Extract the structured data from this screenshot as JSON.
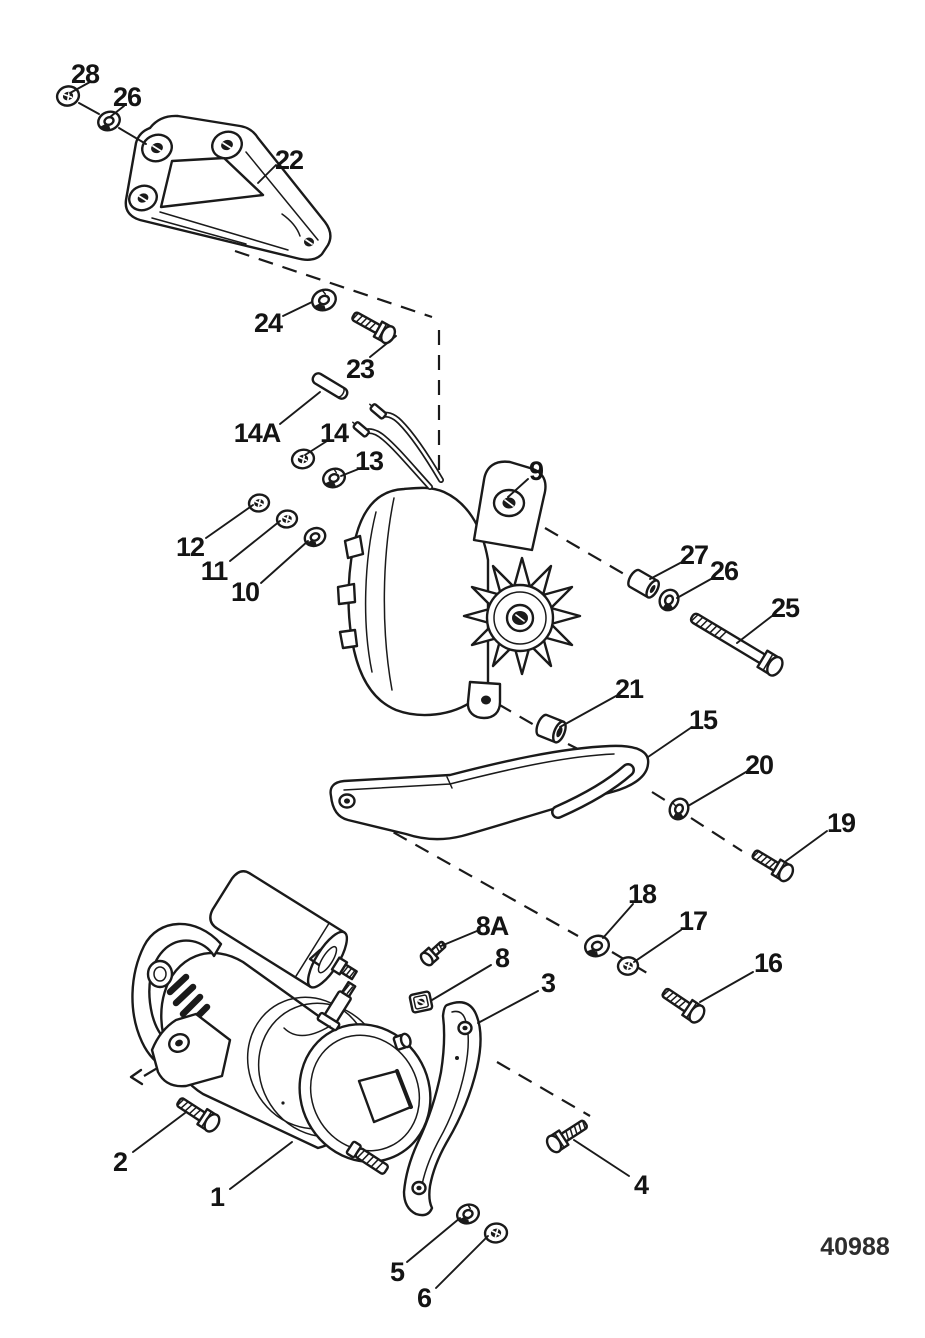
{
  "figure": {
    "drawing_number": "40988",
    "callouts": {
      "c28": "28",
      "c26a": "26",
      "c22": "22",
      "c24": "24",
      "c23": "23",
      "c14A": "14A",
      "c14": "14",
      "c13": "13",
      "c9": "9",
      "c12": "12",
      "c11": "11",
      "c10": "10",
      "c27": "27",
      "c26b": "26",
      "c25": "25",
      "c21": "21",
      "c15": "15",
      "c20": "20",
      "c19": "19",
      "c18": "18",
      "c17": "17",
      "c16": "16",
      "c8A": "8A",
      "c8": "8",
      "c3": "3",
      "c2": "2",
      "c1": "1",
      "c4": "4",
      "c5": "5",
      "c6": "6"
    }
  }
}
